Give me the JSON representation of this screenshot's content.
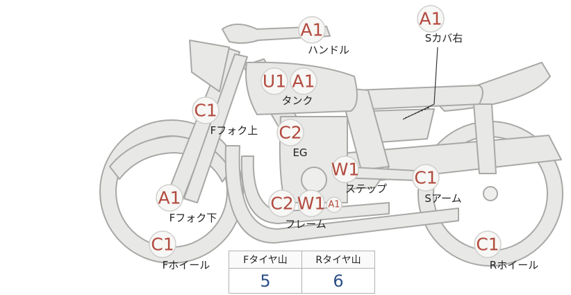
{
  "parts": [
    {
      "id": "handle",
      "label": "ハンドル",
      "codes": [
        "A1"
      ]
    },
    {
      "id": "seat-cover-right",
      "label": "Sカバ右",
      "codes": [
        "A1"
      ]
    },
    {
      "id": "tank",
      "label": "タンク",
      "codes": [
        "U1",
        "A1"
      ]
    },
    {
      "id": "fork-upper",
      "label": "Fフォク上",
      "codes": [
        "C1"
      ]
    },
    {
      "id": "engine",
      "label": "EG",
      "codes": [
        "C2"
      ]
    },
    {
      "id": "step",
      "label": "ステップ",
      "codes": [
        "W1"
      ]
    },
    {
      "id": "swing-arm",
      "label": "Sアーム",
      "codes": [
        "C1"
      ]
    },
    {
      "id": "fork-lower",
      "label": "Fフォク下",
      "codes": [
        "A1"
      ]
    },
    {
      "id": "frame",
      "label": "フレーム",
      "codes": [
        "C2",
        "W1",
        "A1"
      ]
    },
    {
      "id": "front-wheel",
      "label": "Fホイール",
      "codes": [
        "C1"
      ]
    },
    {
      "id": "rear-wheel",
      "label": "Rホイール",
      "codes": [
        "C1"
      ]
    }
  ],
  "tire_table": {
    "headers": [
      "Fタイヤ山",
      "Rタイヤ山"
    ],
    "values": [
      "5",
      "6"
    ]
  },
  "colors": {
    "code_text": "#b24a3e",
    "tire_value": "#2c4f86",
    "bike_fill": "#e8e8e6"
  }
}
